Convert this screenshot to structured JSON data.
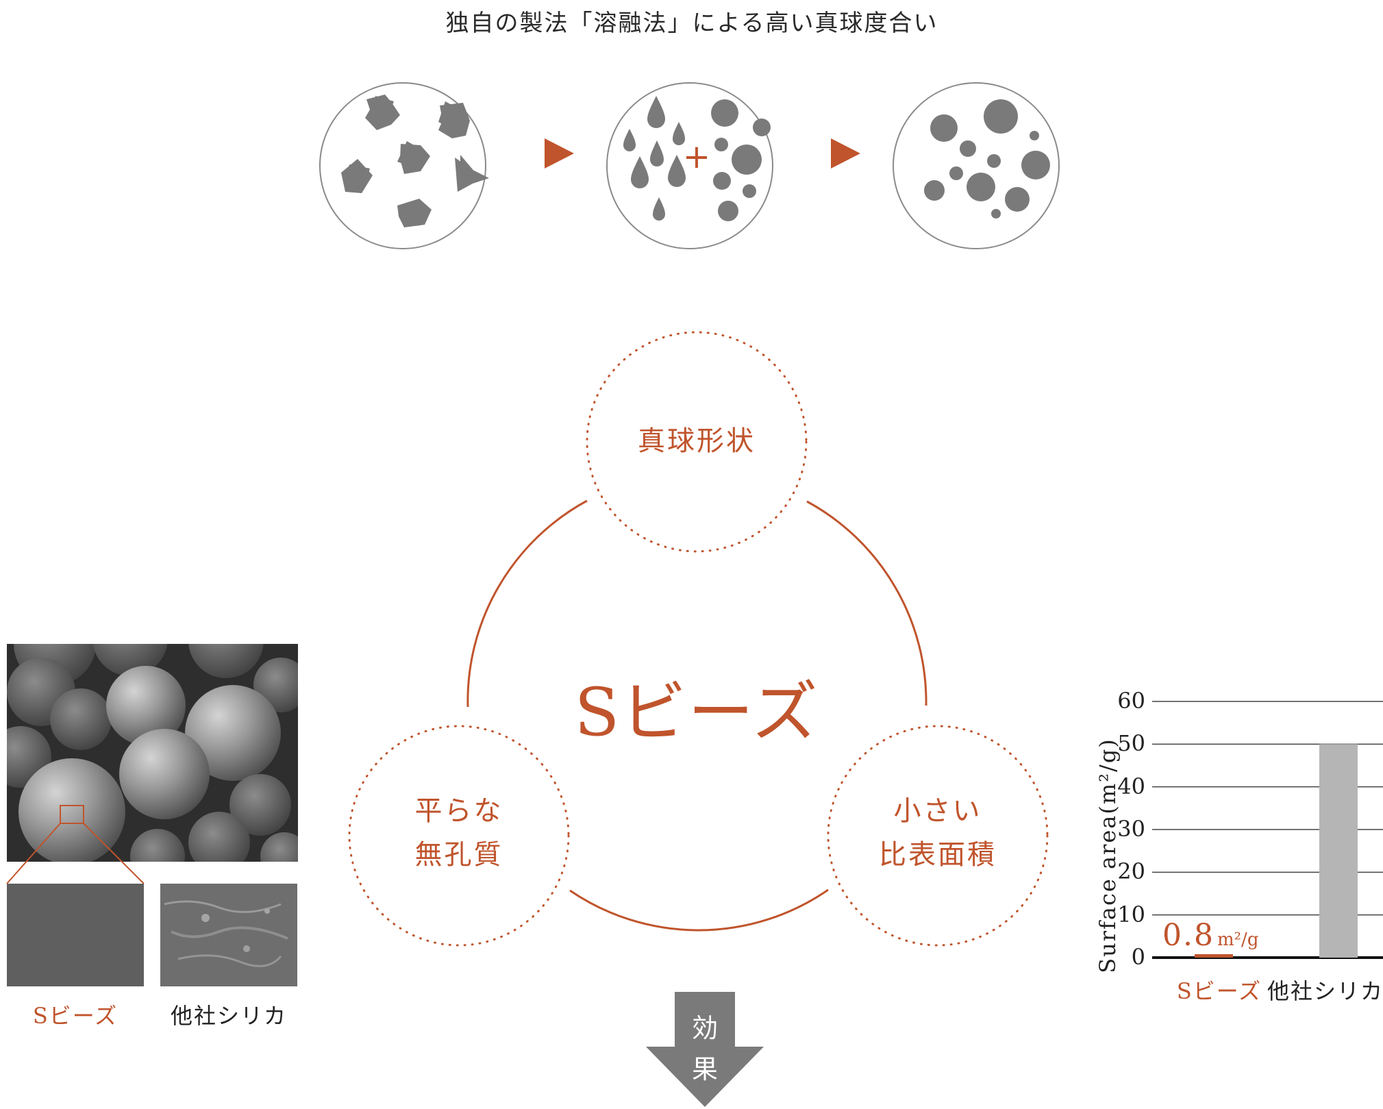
{
  "process": {
    "title": "独自の製法「溶融法」による高い真球度合い",
    "colors": {
      "shape": "#7a7a7a",
      "outline": "#8a8a8a",
      "accent": "#c0542c"
    },
    "plus_symbol": "+"
  },
  "features": {
    "center_label": "Sビーズ",
    "top_node": "真球形状",
    "left_node_line1": "平らな",
    "left_node_line2": "無孔質",
    "right_node_line1": "小さい",
    "right_node_line2": "比表面積"
  },
  "micrographs": {
    "caption_left": "Sビーズ",
    "caption_right": "他社シリカ"
  },
  "effect_arrow": {
    "line1": "効",
    "line2": "果"
  },
  "chart_data": {
    "type": "bar",
    "categories": [
      "Sビーズ",
      "他社シリカ"
    ],
    "values": [
      0.8,
      50
    ],
    "ylabel": "Surface area(m²/g)",
    "ylim": [
      0,
      60
    ],
    "yticks": [
      0,
      10,
      20,
      30,
      40,
      50,
      60
    ],
    "grid": true,
    "value_label": "0.8",
    "value_unit": "m²/g",
    "colors": [
      "#c0542c",
      "#b5b5b5"
    ]
  }
}
